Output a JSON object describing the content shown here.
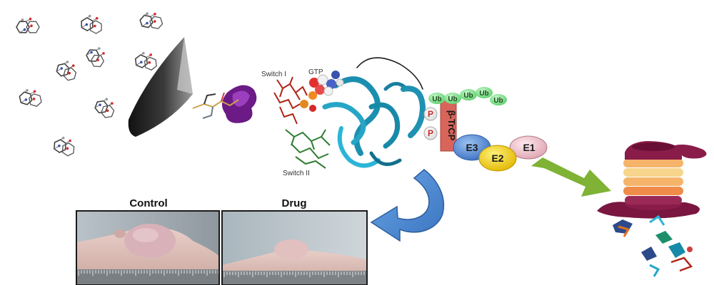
{
  "molecules": {
    "count": 9
  },
  "protein": {
    "switch1_label": "Switch I",
    "switch2_label": "Switch II",
    "gtp_label": "GTP"
  },
  "ubiquitin": {
    "tags": [
      "Ub",
      "Ub",
      "Ub",
      "Ub",
      "Ub"
    ]
  },
  "phospho": {
    "labels": [
      "P",
      "P"
    ]
  },
  "ligase": {
    "btrcp_label": "β-TrCP",
    "e3_label": "E3",
    "e2_label": "E2",
    "e1_label": "E1"
  },
  "panels": {
    "control_label": "Control",
    "drug_label": "Drug"
  },
  "colors": {
    "arrow_blue": "#4a8ad0",
    "arrow_green": "#7fb235",
    "proteasome": "#8a1c4a",
    "ub_green": "#7ee08a",
    "e3_blue": "#4f86d8",
    "e2_yellow": "#f2d21a",
    "e1_pink": "#f1c6cf",
    "btrcp_red": "#d9645a"
  }
}
